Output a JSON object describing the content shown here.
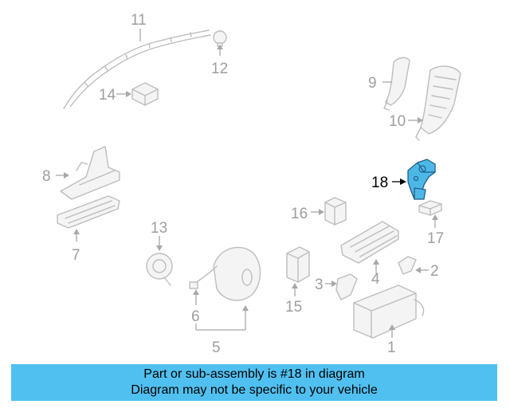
{
  "callouts": {
    "p1": "1",
    "p2": "2",
    "p3": "3",
    "p4": "4",
    "p5": "5",
    "p6": "6",
    "p7": "7",
    "p8": "8",
    "p9": "9",
    "p10": "10",
    "p11": "11",
    "p12": "12",
    "p13": "13",
    "p14": "14",
    "p15": "15",
    "p16": "16",
    "p17": "17",
    "p18": "18"
  },
  "highlighted_part": "18",
  "colors": {
    "highlight": "#4db8e8",
    "banner": "#50c0f0",
    "part_lines": "#bdbdbd"
  },
  "banner": {
    "line1": "Part or sub-assembly is #18 in diagram",
    "line2": "Diagram may not be specific to your vehicle"
  }
}
